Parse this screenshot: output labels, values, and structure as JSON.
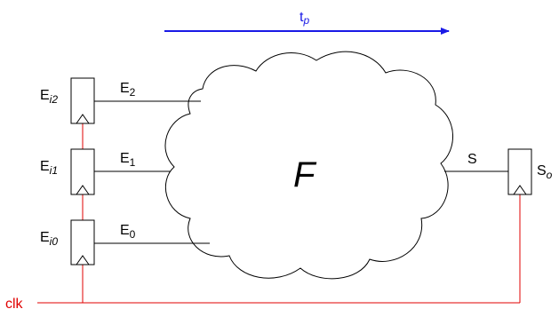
{
  "timing": {
    "label": "t",
    "subscript": "p"
  },
  "function_block": {
    "label": "F"
  },
  "registers": {
    "e_i2": {
      "main": "E",
      "sub": "i2"
    },
    "e_i1": {
      "main": "E",
      "sub": "i1"
    },
    "e_i0": {
      "main": "E",
      "sub": "i0"
    },
    "s_o": {
      "main": "S",
      "sub": "o"
    }
  },
  "signals": {
    "e2": {
      "main": "E",
      "sub": "2"
    },
    "e1": {
      "main": "E",
      "sub": "1"
    },
    "e0": {
      "main": "E",
      "sub": "0"
    },
    "s": {
      "main": "S"
    }
  },
  "clock": {
    "label": "clk"
  },
  "colors": {
    "clock": "#e00000",
    "timing_arrow": "#1a1ae6",
    "line": "#000000"
  }
}
